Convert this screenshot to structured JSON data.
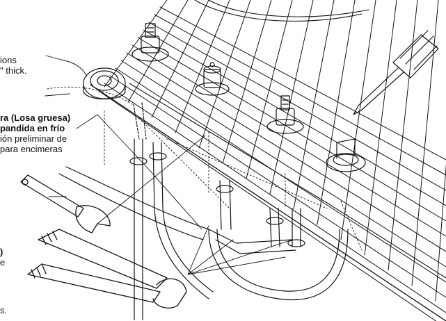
{
  "callouts": {
    "top_line1": "ions",
    "top_line2": "\" thick.",
    "mid_title1": "ra (Losa gruesa)",
    "mid_title2": "pandida en frío",
    "mid_line1": "ión preliminar de",
    "mid_line2": "para encimeras",
    "low_line1": ")",
    "low_line2": "e",
    "bottom_fragment": "s."
  },
  "colors": {
    "ink": "#111111",
    "background": "#ffffff"
  }
}
